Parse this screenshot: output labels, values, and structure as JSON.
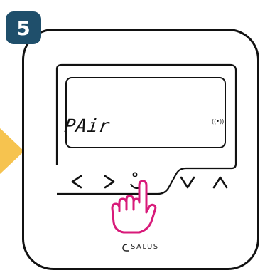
{
  "step": {
    "number": "5"
  },
  "display": {
    "text": "PAir",
    "signal_indicator": "((•))"
  },
  "buttons": [
    {
      "icon": "chevron-left"
    },
    {
      "icon": "chevron-right"
    },
    {
      "icon": "pair-button"
    },
    {
      "icon": "chevron-down"
    },
    {
      "icon": "chevron-up"
    }
  ],
  "brand": {
    "name": "SALUS"
  },
  "colors": {
    "badge": "#1f4f6b",
    "arrow_hint": "#f6c34f",
    "hand": "#d81b7a",
    "outline": "#111111"
  },
  "icons": {
    "arrow_hint": "orange-arrow-icon",
    "hand": "pointing-hand-icon"
  }
}
